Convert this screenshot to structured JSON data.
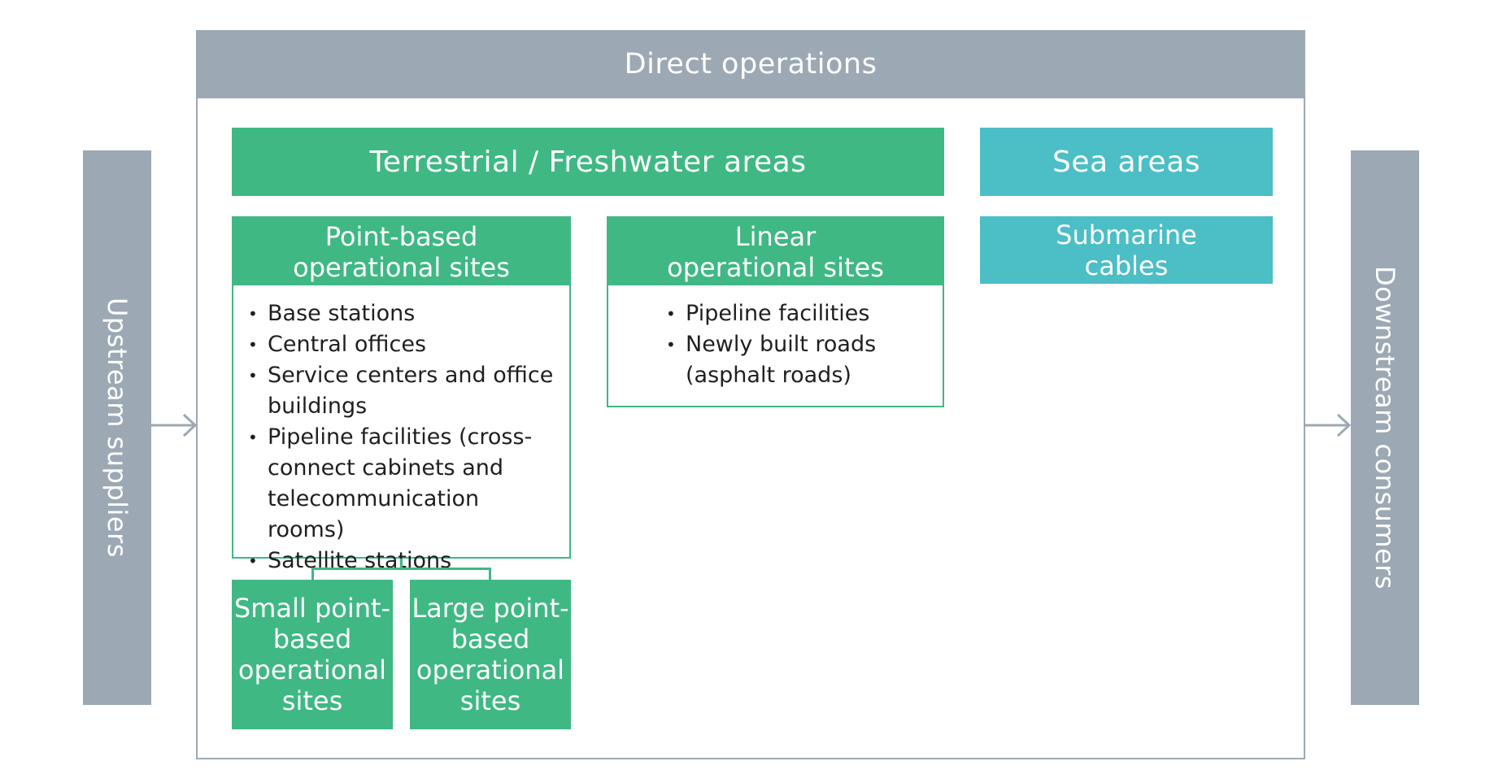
{
  "upstream": {
    "label": "Upstream suppliers"
  },
  "downstream": {
    "label": "Downstream consumers"
  },
  "direct_operations": {
    "title": "Direct operations"
  },
  "terrestrial": {
    "title": "Terrestrial / Freshwater areas",
    "point_based": {
      "title_line1": "Point-based",
      "title_line2": "operational sites",
      "items": [
        "Base stations",
        "Central offices",
        "Service centers and office buildings",
        "Pipeline facilities (cross-connect cabinets and telecommunication rooms)",
        "Satellite stations"
      ],
      "small": {
        "line1": "Small point-",
        "line2": "based",
        "line3": "operational",
        "line4": "sites"
      },
      "large": {
        "line1": "Large point-",
        "line2": "based",
        "line3": "operational",
        "line4": "sites"
      }
    },
    "linear": {
      "title_line1": "Linear",
      "title_line2": "operational sites",
      "items": [
        "Pipeline facilities",
        "Newly built roads (asphalt roads)"
      ]
    }
  },
  "sea": {
    "title": "Sea areas",
    "submarine": {
      "line1": "Submarine",
      "line2": "cables"
    }
  },
  "colors": {
    "gray": "#9ca9b4",
    "green": "#3fb884",
    "teal": "#4bbec6"
  }
}
